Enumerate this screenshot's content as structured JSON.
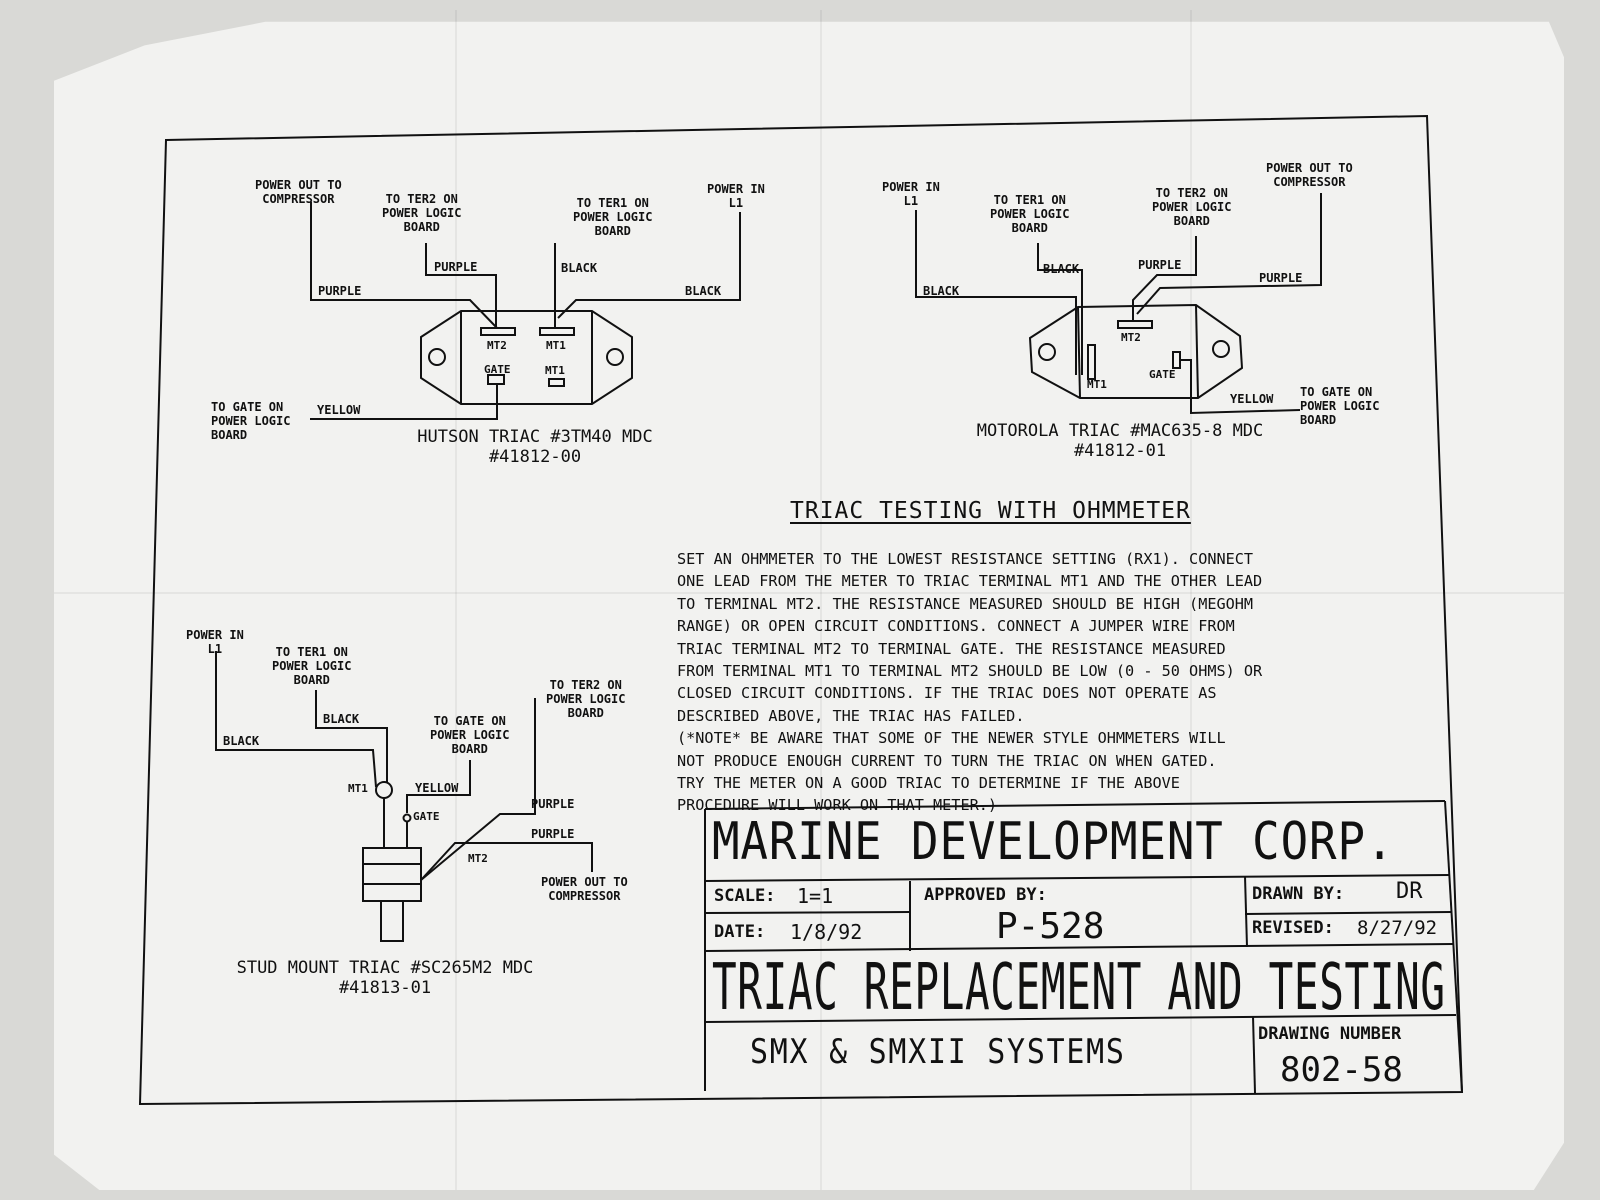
{
  "hutson": {
    "power_out": "POWER OUT TO\nCOMPRESSOR",
    "to_ter2": "TO TER2 ON\nPOWER LOGIC\nBOARD",
    "to_ter1": "TO TER1 ON\nPOWER LOGIC\nBOARD",
    "power_in": "POWER IN\nL1",
    "wire_purple_outer": "PURPLE",
    "wire_purple_inner": "PURPLE",
    "wire_black_inner": "BLACK",
    "wire_black_outer": "BLACK",
    "wire_yellow": "YELLOW",
    "to_gate": "TO GATE ON\nPOWER LOGIC\nBOARD",
    "term_mt2": "MT2",
    "term_mt1": "MT1",
    "term_gate": "GATE",
    "term_mt1_b": "MT1",
    "caption": "HUTSON TRIAC #3TM40\nMDC #41812-00"
  },
  "motorola": {
    "power_in": "POWER IN\nL1",
    "to_ter1": "TO TER1 ON\nPOWER LOGIC\nBOARD",
    "to_ter2": "TO TER2 ON\nPOWER LOGIC\nBOARD",
    "power_out": "POWER OUT TO\nCOMPRESSOR",
    "wire_black_outer": "BLACK",
    "wire_black_inner": "BLACK",
    "wire_purple_inner": "PURPLE",
    "wire_purple_outer": "PURPLE",
    "wire_yellow": "YELLOW",
    "to_gate": "TO GATE ON\nPOWER LOGIC\nBOARD",
    "term_mt2": "MT2",
    "term_mt1": "MT1",
    "term_gate": "GATE",
    "caption": "MOTOROLA TRIAC #MAC635-8\nMDC #41812-01"
  },
  "stud": {
    "power_in": "POWER IN\nL1",
    "to_ter1": "TO TER1 ON\nPOWER LOGIC\nBOARD",
    "to_gate": "TO GATE ON\nPOWER LOGIC\nBOARD",
    "to_ter2": "TO TER2 ON\nPOWER LOGIC\nBOARD",
    "power_out": "POWER OUT TO\nCOMPRESSOR",
    "wire_black_inner": "BLACK",
    "wire_black_outer": "BLACK",
    "wire_yellow": "YELLOW",
    "wire_purple_upper": "PURPLE",
    "wire_purple_lower": "PURPLE",
    "term_mt1": "MT1",
    "term_gate": "GATE",
    "term_mt2": "MT2",
    "caption": "STUD MOUNT TRIAC #SC265M2\nMDC #41813-01"
  },
  "testing": {
    "heading": "TRIAC TESTING WITH OHMMETER",
    "lines": [
      "SET AN OHMMETER TO THE LOWEST RESISTANCE SETTING (RX1). CONNECT",
      "ONE LEAD FROM THE METER TO TRIAC TERMINAL MT1 AND THE OTHER LEAD",
      "TO TERMINAL MT2. THE RESISTANCE MEASURED SHOULD BE HIGH (MEGOHM",
      "RANGE) OR OPEN CIRCUIT CONDITIONS. CONNECT A JUMPER WIRE FROM",
      "TRIAC TERMINAL MT2 TO TERMINAL GATE. THE RESISTANCE MEASURED",
      "FROM TERMINAL MT1 TO TERMINAL MT2 SHOULD BE LOW (0 - 50 OHMS) OR",
      "CLOSED CIRCUIT CONDITIONS. IF THE TRIAC DOES NOT OPERATE AS",
      "DESCRIBED ABOVE, THE TRIAC HAS FAILED.",
      "(*NOTE* BE AWARE THAT SOME OF THE NEWER STYLE OHMMETERS WILL",
      "NOT PRODUCE ENOUGH CURRENT TO TURN THE TRIAC ON WHEN GATED.",
      "TRY THE METER ON A GOOD TRIAC TO DETERMINE IF THE ABOVE",
      "PROCEDURE WILL WORK ON THAT METER.)"
    ]
  },
  "title_block": {
    "company": "MARINE DEVELOPMENT CORP.",
    "scale_label": "SCALE:",
    "scale_value": "1=1",
    "date_label": "DATE:",
    "date_value": "1/8/92",
    "approved_label": "APPROVED BY:",
    "approved_value": "P-528",
    "drawn_label": "DRAWN BY:",
    "drawn_value": "DR",
    "revised_label": "REVISED:",
    "revised_value": "8/27/92",
    "title": "TRIAC REPLACEMENT AND TESTING",
    "subtitle": "SMX & SMXII SYSTEMS",
    "drawing_number_label": "DRAWING NUMBER",
    "drawing_number": "802-58"
  },
  "colors": {
    "paper": "#f2f2f0",
    "ink": "#111111",
    "background": "#d9d9d6"
  }
}
